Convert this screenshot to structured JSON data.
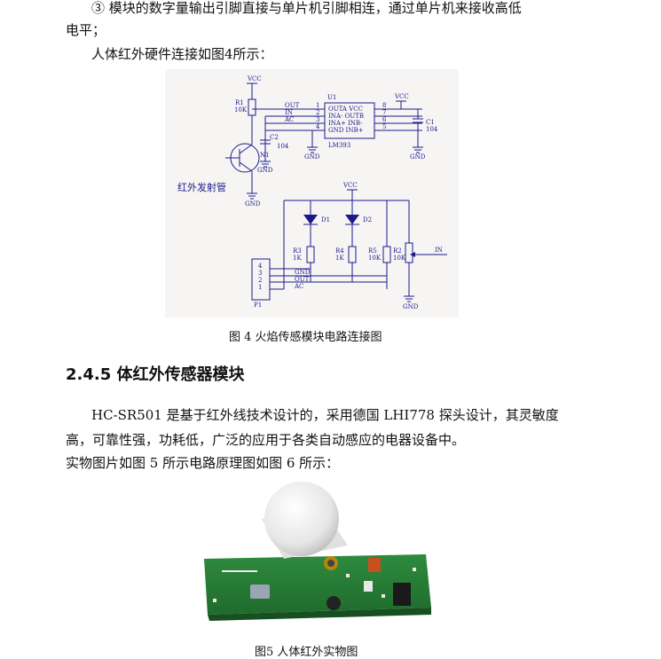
{
  "para1": {
    "line1": "③ 模块的数字量输出引脚直接与单片机引脚相连，通过单片机来接收高低",
    "line2": "电平；"
  },
  "para2": "人体红外硬件连接如图4所示：",
  "schematic": {
    "vcc": "VCC",
    "gnd": "GND",
    "r1_name": "R1",
    "r1_val": "10K",
    "u1": "U1",
    "chip": "LM393",
    "pins_left": [
      "OUT",
      "IN",
      "AC"
    ],
    "pin_nums_left": [
      "1",
      "2",
      "3",
      "4"
    ],
    "pin_nums_right": [
      "8",
      "7",
      "6",
      "5"
    ],
    "chip_rows": [
      "OUTA VCC",
      "INA- OUTB",
      "INA+  INB-",
      "GND  INB+"
    ],
    "c1_name": "C1",
    "c1_val": "104",
    "c2_name": "C2",
    "c2_val": "104",
    "n1": "N1",
    "emitter_label": "红外发射管",
    "d1": "D1",
    "d2": "D2",
    "r3_name": "R3",
    "r3_val": "1K",
    "r4_name": "R4",
    "r4_val": "1K",
    "r5_name": "R5",
    "r5_val": "10K",
    "r2_name": "R2",
    "r2_val": "10K",
    "in_label": "IN",
    "connector_pins": [
      "4",
      "3",
      "2",
      "1"
    ],
    "connector_labels": [
      "GND",
      "OUT",
      "AC"
    ],
    "p1": "P1"
  },
  "caption4": "图 4 火焰传感模块电路连接图",
  "section_heading": "2.4.5 体红外传感器模块",
  "para3": {
    "line1": "HC-SR501 是基于红外线技术设计的，采用德国 LHI778 探头设计，其灵敏度",
    "line2": "高，可靠性强，功耗低，广泛的应用于各类自动感应的电器设备中。",
    "line3": "实物图片如图 5 所示电路原理图如图 6 所示："
  },
  "caption5": "图5 人体红外实物图"
}
